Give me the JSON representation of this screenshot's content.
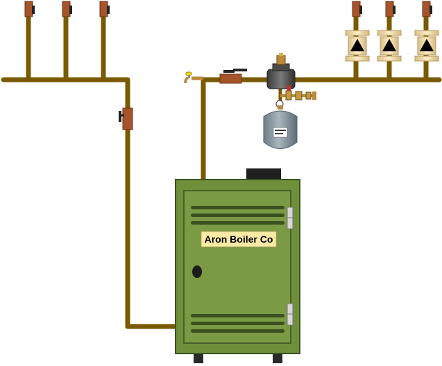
{
  "boiler": {
    "label": "Aron Boiler Co"
  },
  "colors": {
    "pipe": "#7a5a00",
    "pipe_shadow": "#5e4400",
    "valve": "#a6542a",
    "boiler_green": "#6f8f3a",
    "boiler_panel": "#7a9a44",
    "boiler_outline": "#3b5020",
    "label_bg": "#fbe9a6",
    "tank": "#8a98a2",
    "circulator": "#f1dba8"
  },
  "components": {
    "zone_valves_left": 3,
    "circulators_right": 3,
    "expansion_tank": "expansion-tank",
    "air_separator": "air-separator",
    "fill_valve": "fill-valve",
    "drain_valve": "boiler-drain"
  }
}
